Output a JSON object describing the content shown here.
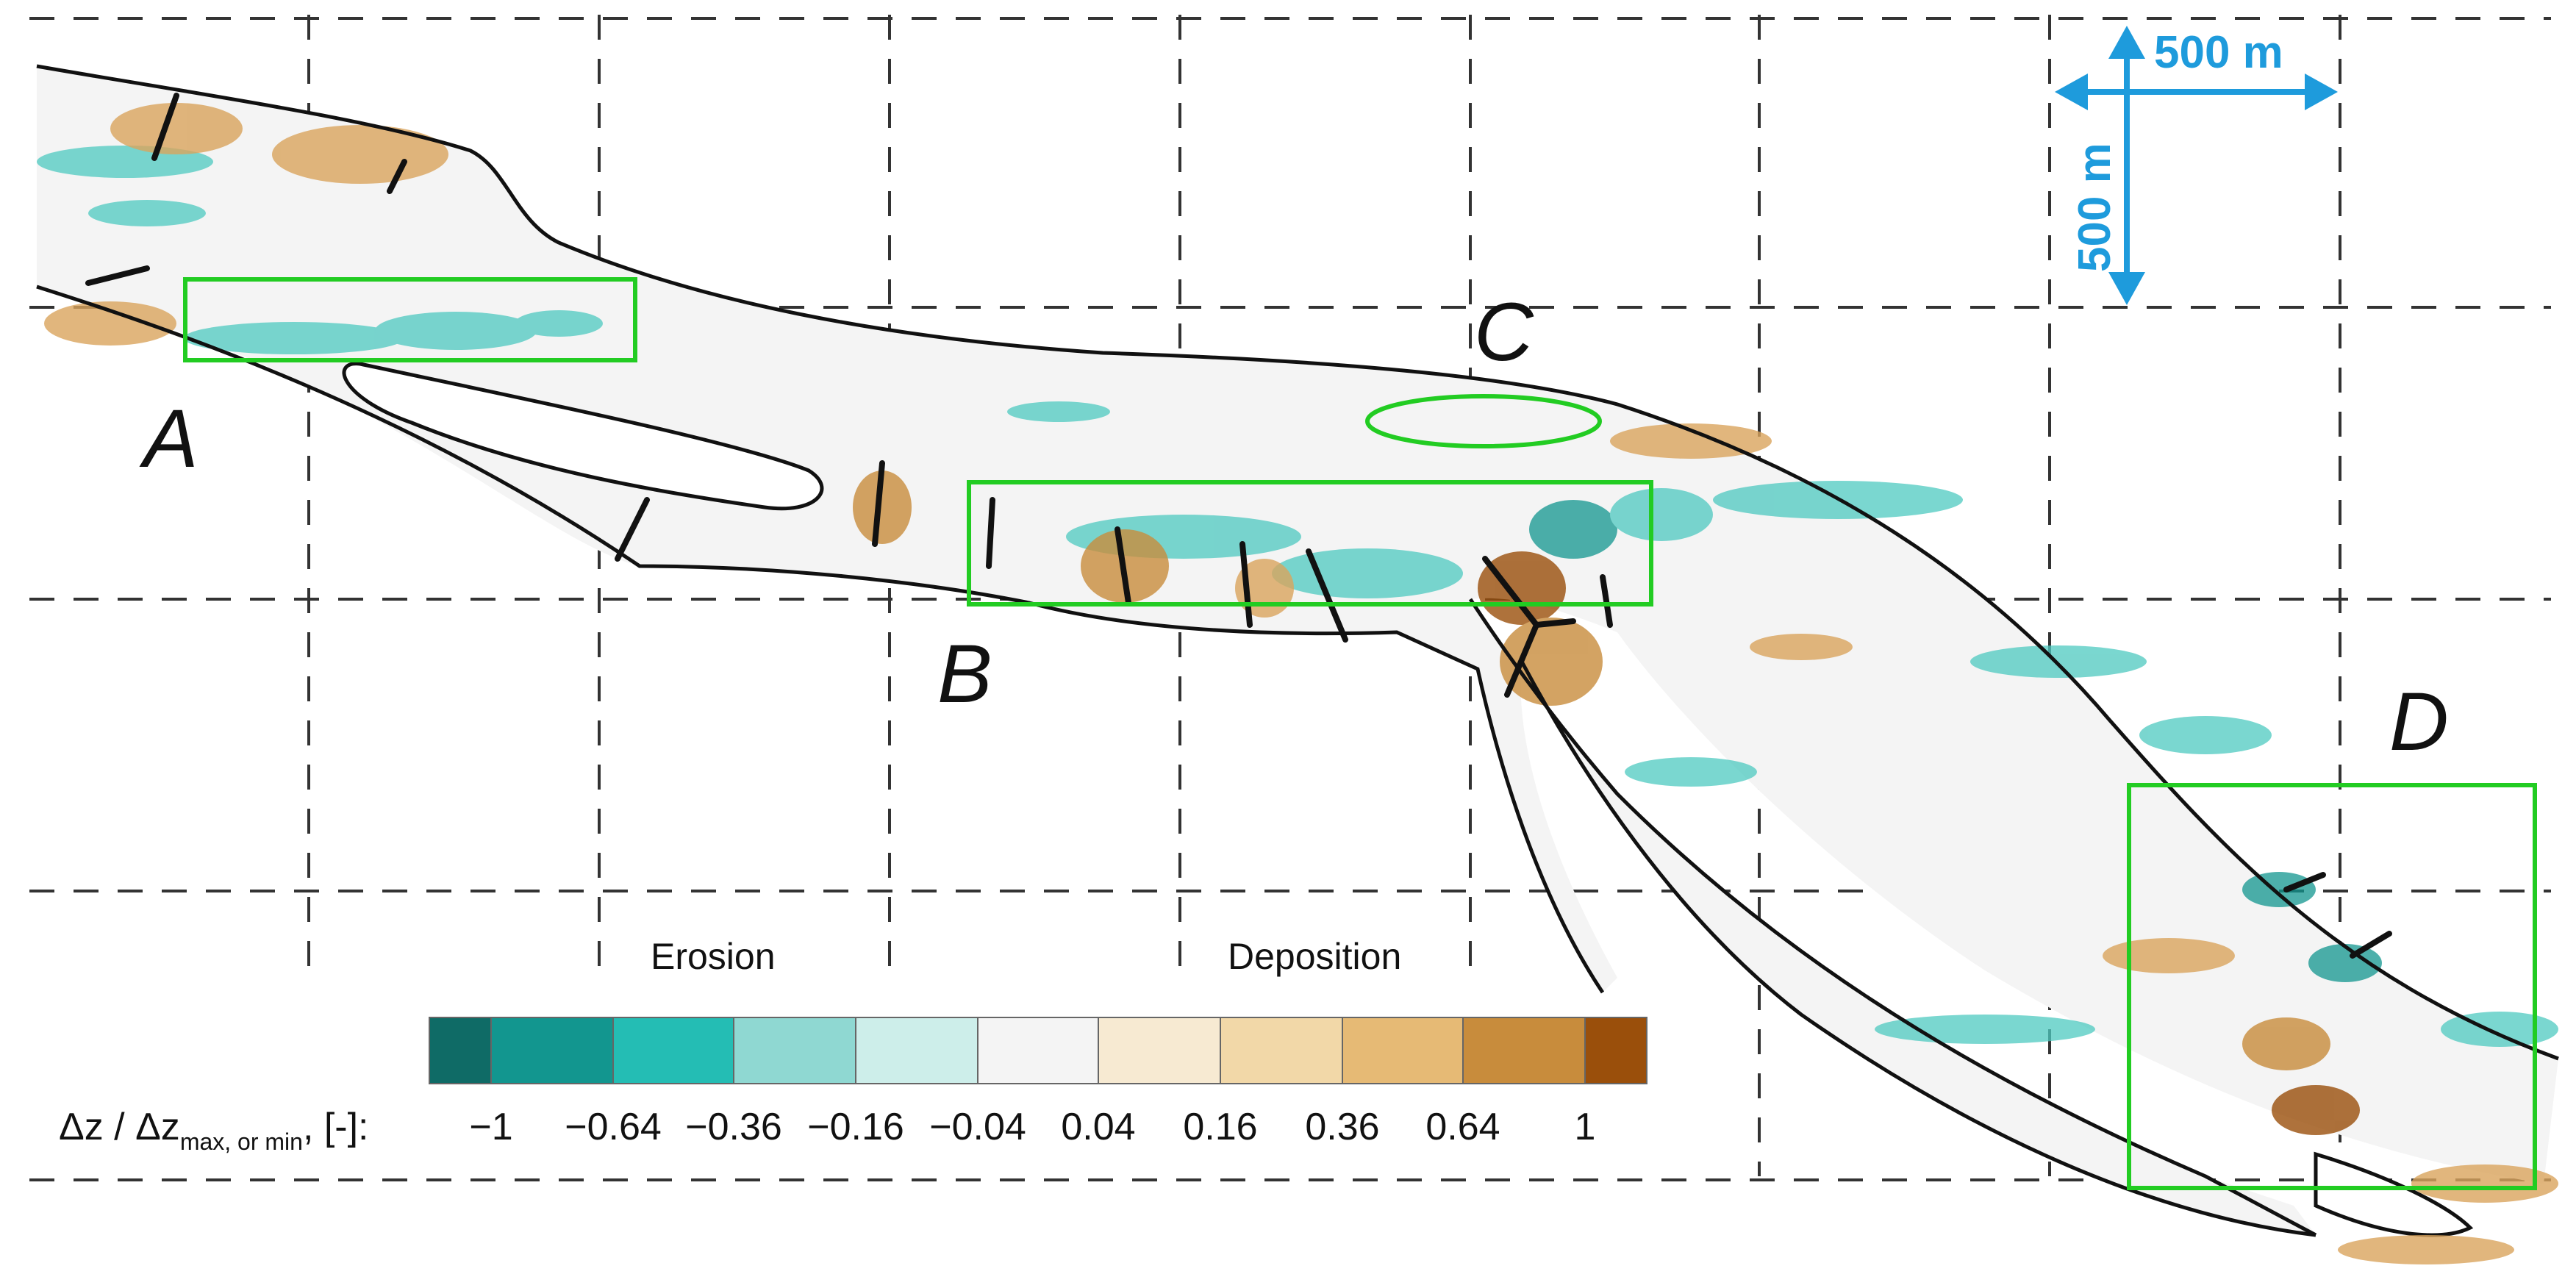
{
  "labels": {
    "a": "A",
    "b": "B",
    "c": "C",
    "d": "D"
  },
  "scale": {
    "horizontal": "500 m",
    "vertical": "500 m"
  },
  "legend": {
    "quantity_main": "Δz / Δz",
    "quantity_sub": "max, or min",
    "quantity_unit": ", [-]:",
    "erosion": "Erosion",
    "deposition": "Deposition",
    "bins": [
      "#0f6b66",
      "#12968f",
      "#24bdb4",
      "#8fd8d2",
      "#cdeeea",
      "#f4f4f4",
      "#f7ead2",
      "#f2d8a8",
      "#e6ba75",
      "#c88c3c",
      "#9a4f0b"
    ],
    "ticks": [
      "−1",
      "−0.64",
      "−0.36",
      "−0.16",
      "−0.04",
      "0.04",
      "0.16",
      "0.36",
      "0.64",
      "1"
    ]
  },
  "colors": {
    "box": "#22cc22",
    "scale_arrow": "#1e9bdc",
    "outline": "#111111",
    "grid": "#333333",
    "erosion": "#4ec9c0",
    "deposition": "#d9a45c"
  }
}
